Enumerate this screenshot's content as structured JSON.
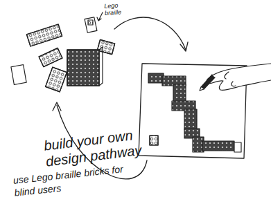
{
  "diagram": {
    "labels": [
      "Lego braille",
      "build your own design pathway",
      "use Lego braille bricks for blind users"
    ]
  }
}
